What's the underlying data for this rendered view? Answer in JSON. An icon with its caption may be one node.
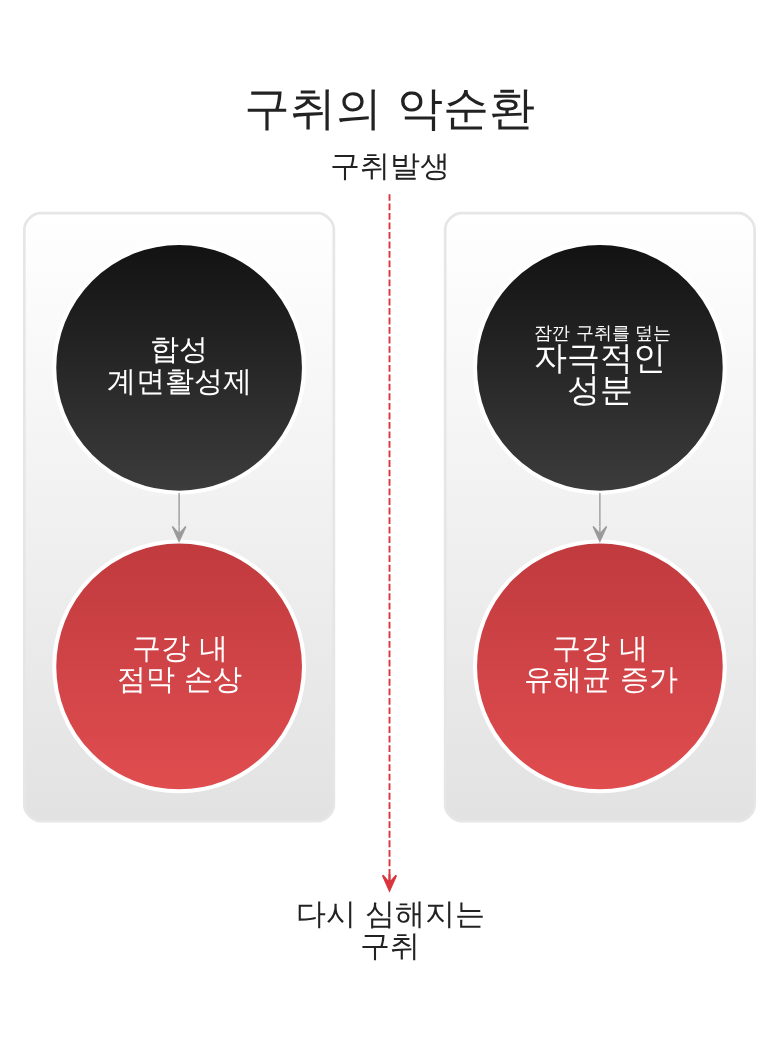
{
  "diagram": {
    "title": "구취의 악순환",
    "nodes": [
      {
        "text": [
          "구취발생"
        ]
      },
      {
        "text": [],
        "shape": "band"
      },
      {
        "text": [
          "합성 계면활성제"
        ],
        "in": 1
      },
      {
        "text": [
          "구강 내 점막 손상"
        ],
        "in": 1
      },
      {
        "text": [],
        "shape": "band"
      },
      {
        "text": [
          "잠깐 구취를 덮는",
          "자극적인 성분"
        ],
        "in": 4
      },
      {
        "text": [
          "구강 내 유해균 증가"
        ],
        "in": 4
      },
      {
        "text": [
          "다시 심해지는 구취"
        ]
      }
    ],
    "edges": [
      {
        "from": 0,
        "to": 7,
        "arrow": "to",
        "style": "dashed",
        "color": "#d9363e"
      },
      {
        "from": 2,
        "to": 3,
        "arrow": "to"
      },
      {
        "from": 5,
        "to": 6,
        "arrow": "to"
      }
    ]
  }
}
